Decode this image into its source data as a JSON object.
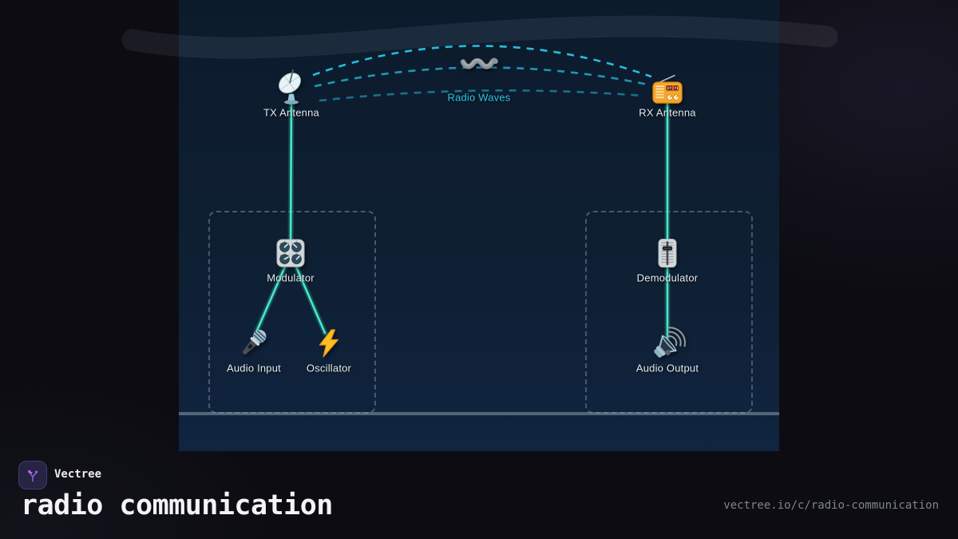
{
  "footer": {
    "brand": "Vectree",
    "title": "radio communication",
    "url": "vectree.io/c/radio-communication"
  },
  "diagram": {
    "edge_label": "Radio Waves",
    "wave_icon": "wavy-dash",
    "nodes": {
      "tx": {
        "label": "TX Antenna",
        "icon": "satellite-dish"
      },
      "rx": {
        "label": "RX Antenna",
        "icon": "radio"
      },
      "modulator": {
        "label": "Modulator",
        "icon": "control-knobs"
      },
      "audio_input": {
        "label": "Audio Input",
        "icon": "microphone"
      },
      "oscillator": {
        "label": "Oscillator",
        "icon": "lightning-bolt"
      },
      "demodulator": {
        "label": "Demodulator",
        "icon": "level-slider"
      },
      "audio_output": {
        "label": "Audio Output",
        "icon": "loudspeaker"
      }
    },
    "colors": {
      "connection_line": "#47e9c4",
      "radio_wave_dash": "#27c6e6",
      "edge_label_text": "#2fc5e4",
      "canvas_bg": "#0e1f32",
      "accent_logo": "#7e57d6"
    }
  }
}
